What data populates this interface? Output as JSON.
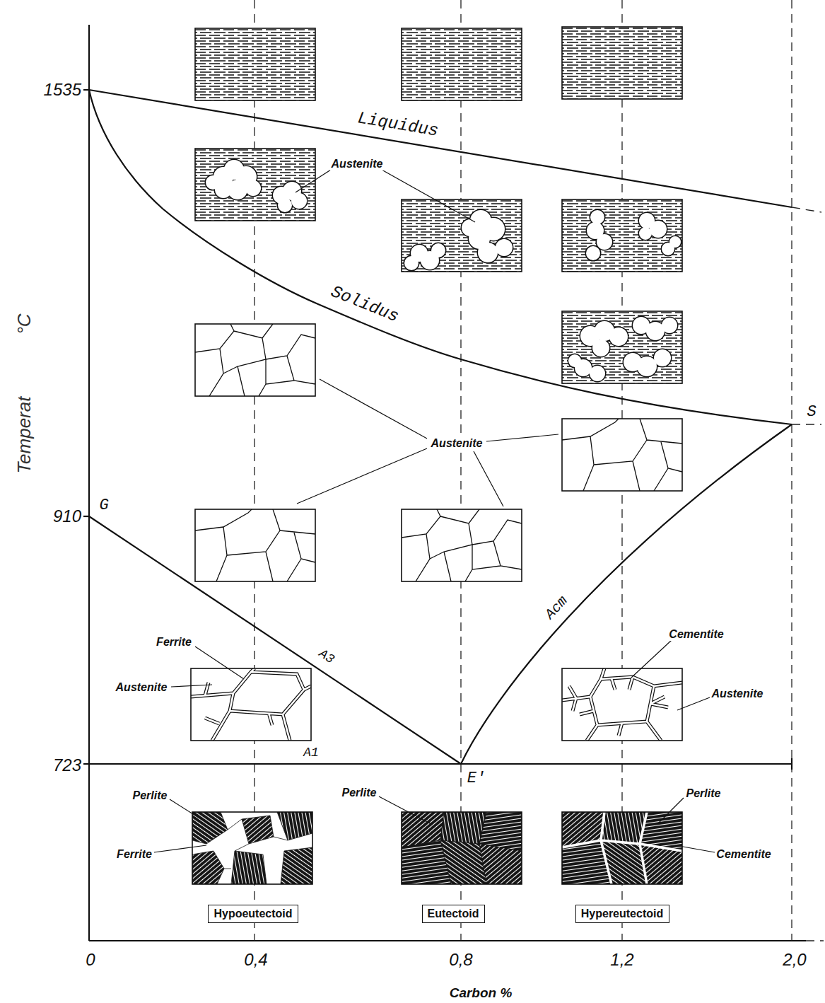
{
  "diagram": {
    "nodes": [
      {
        "text": [
          "Hypoeutectoid"
        ]
      },
      {
        "text": [
          "Eutectoid"
        ]
      },
      {
        "text": [
          "Hypereutectoid"
        ]
      }
    ],
    "labels": [
      "1535",
      "910",
      "723",
      "Temperat",
      "°C",
      "0",
      "0,4",
      "0,8",
      "1,2",
      "2,0",
      "Carbon %",
      "Liquidus",
      "Solidus",
      "G",
      "S",
      "A3",
      "Acm",
      "A1",
      "E'",
      "Austenite",
      "Austenite",
      "Ferrite",
      "Austenite",
      "Cementite",
      "Austenite",
      "Perlite",
      "Ferrite",
      "Perlite",
      "Perlite",
      "Cementite"
    ]
  }
}
